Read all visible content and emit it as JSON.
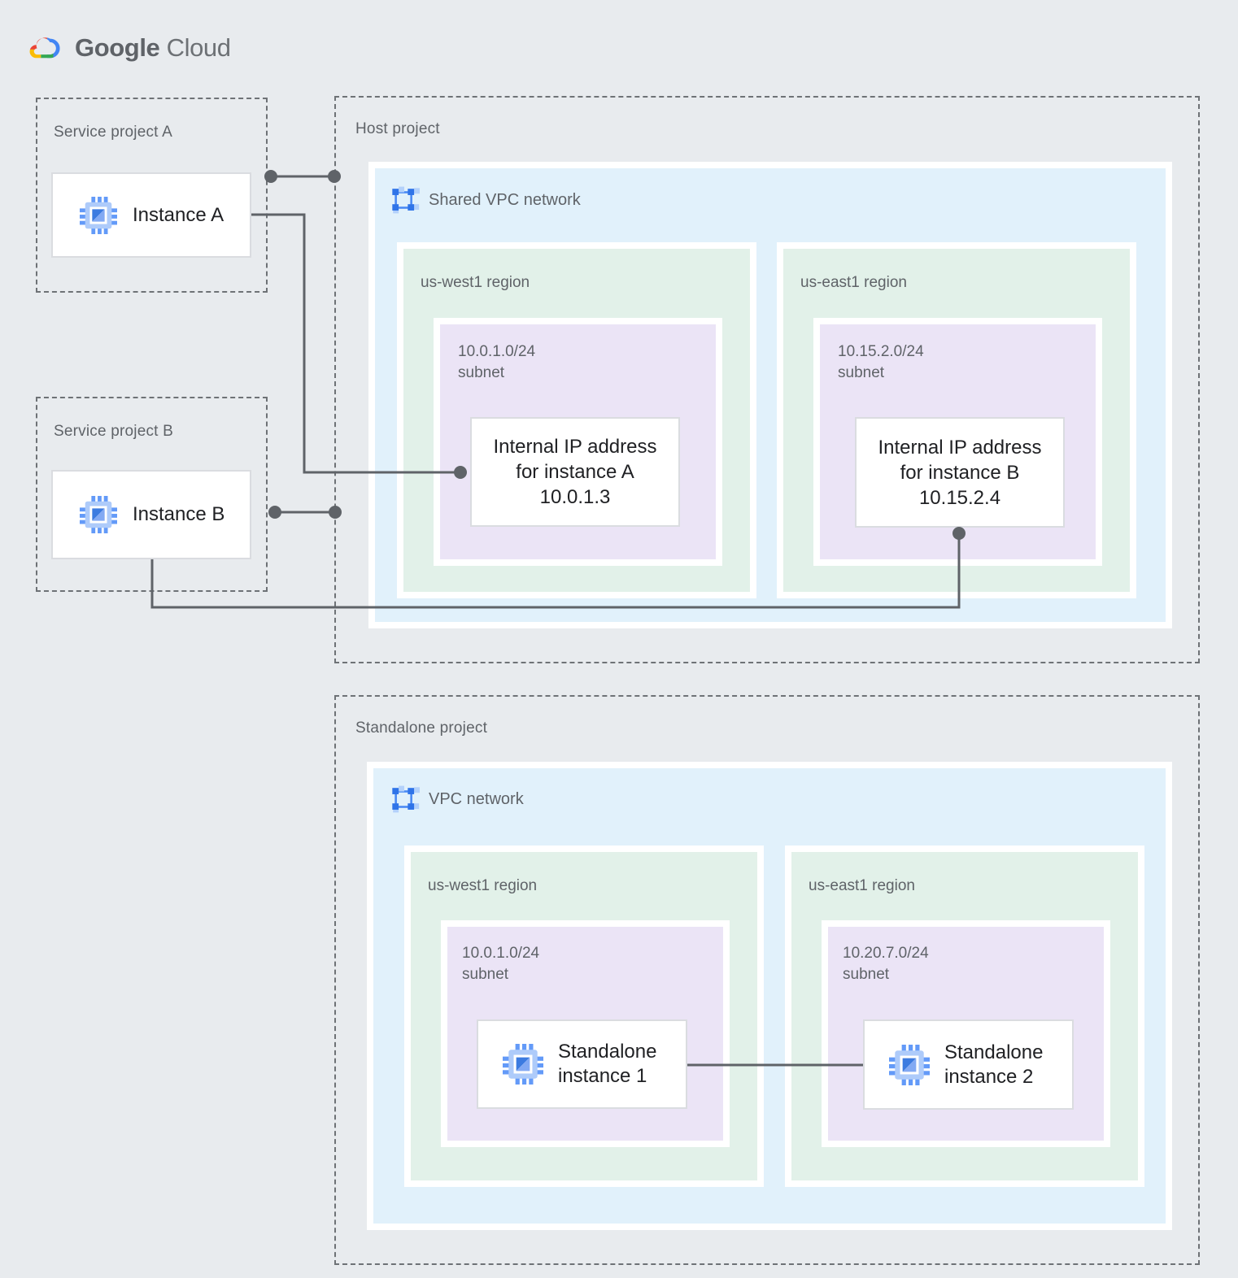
{
  "logo": {
    "google": "Google",
    "cloud": "Cloud"
  },
  "service_project_a": {
    "label": "Service project A",
    "instance_label": "Instance A"
  },
  "service_project_b": {
    "label": "Service project B",
    "instance_label": "Instance B"
  },
  "host_project": {
    "label": "Host project",
    "network_label": "Shared VPC network",
    "regions": [
      {
        "label": "us-west1 region",
        "subnet_cidr": "10.0.1.0/24",
        "subnet_word": "subnet",
        "card_lines": [
          "Internal IP address",
          "for instance A",
          "10.0.1.3"
        ]
      },
      {
        "label": "us-east1 region",
        "subnet_cidr": "10.15.2.0/24",
        "subnet_word": "subnet",
        "card_lines": [
          "Internal IP address",
          "for instance B",
          "10.15.2.4"
        ]
      }
    ]
  },
  "standalone_project": {
    "label": "Standalone project",
    "network_label": "VPC network",
    "regions": [
      {
        "label": "us-west1 region",
        "subnet_cidr": "10.0.1.0/24",
        "subnet_word": "subnet",
        "instance_lines": [
          "Standalone",
          "instance 1"
        ]
      },
      {
        "label": "us-east1 region",
        "subnet_cidr": "10.20.7.0/24",
        "subnet_word": "subnet",
        "instance_lines": [
          "Standalone",
          "instance 2"
        ]
      }
    ]
  },
  "colors": {
    "background": "#e8ebee",
    "vpc_blue_panel": "#e1f1fb",
    "region_green_panel": "#e2f1e9",
    "subnet_purple_panel": "#ebe4f6",
    "connector_gray": "#5f6368",
    "label_gray": "#5f6368",
    "text_dark": "#202124",
    "google_red": "#ea4335",
    "google_blue": "#4285f4",
    "google_yellow": "#fbbc04",
    "google_green": "#34a853"
  }
}
